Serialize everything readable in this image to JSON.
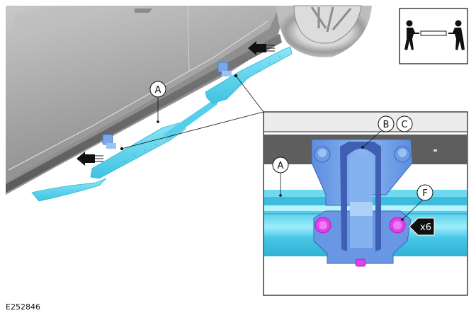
{
  "figure": {
    "id": "E252846",
    "description": "Side step (running board) removal on vehicle, with detail view of mounting bracket and fasteners"
  },
  "icons": {
    "two_person_lift": "two-person-lift-icon",
    "removal_arrow": "direction-arrow-icon"
  },
  "main_view": {
    "callouts": [
      {
        "label": "A",
        "target": "side-step"
      }
    ]
  },
  "detail_view": {
    "callouts": [
      {
        "label": "A",
        "target": "side-step"
      },
      {
        "label": "B",
        "target": "mounting-bracket"
      },
      {
        "label": "C",
        "target": "mounting-bracket"
      },
      {
        "label": "F",
        "target": "bolt"
      }
    ],
    "quantity": "x6"
  },
  "colors": {
    "component_highlight": "#5fd3ee",
    "bracket": "#6f9ee6",
    "fastener": "#e040e8",
    "vehicle_body": "#9a9a9a",
    "frame": "#111111"
  }
}
